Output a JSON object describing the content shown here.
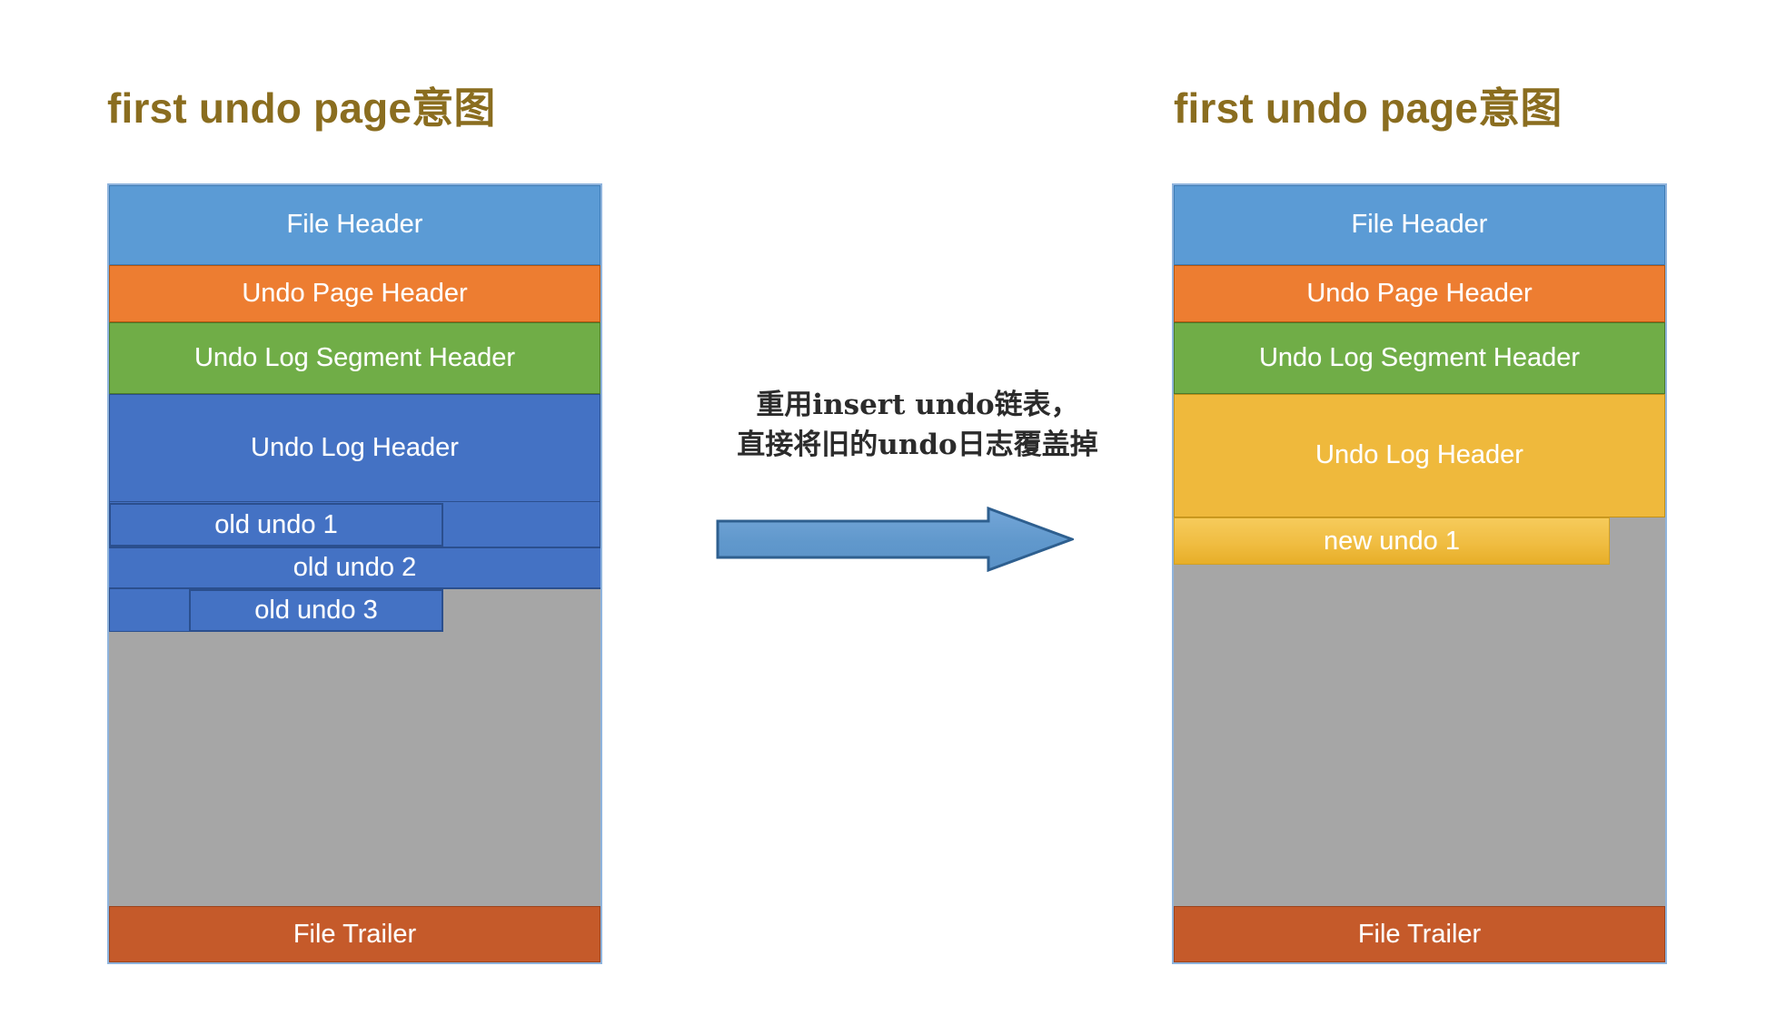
{
  "colors": {
    "title": "#8a6d1f",
    "file_header": "#5b9bd5",
    "undo_page_header": "#ed7d31",
    "undo_log_segment_header": "#70ad47",
    "undo_log_header_old": "#4472c4",
    "undo_log_header_new": "#efb93c",
    "new_undo_bar": "#f0bd42",
    "free_space": "#a6a6a6",
    "file_trailer": "#c55a2a",
    "arrow": "#5b9bd5",
    "arrow_border": "#2e5f8f"
  },
  "left_diagram": {
    "title": "first undo page意图",
    "bands": {
      "file_header": "File Header",
      "undo_page_header": "Undo Page Header",
      "undo_log_segment_header": "Undo Log Segment Header",
      "undo_log_header": "Undo Log Header",
      "file_trailer": "File Trailer"
    },
    "undo_records": [
      {
        "label": "old undo 1"
      },
      {
        "label": "old undo 2"
      },
      {
        "label": "old undo 3"
      }
    ]
  },
  "right_diagram": {
    "title": "first undo page意图",
    "bands": {
      "file_header": "File Header",
      "undo_page_header": "Undo Page Header",
      "undo_log_segment_header": "Undo Log Segment Header",
      "undo_log_header": "Undo Log Header",
      "file_trailer": "File Trailer"
    },
    "undo_records": [
      {
        "label": "new undo 1"
      }
    ]
  },
  "annotation": {
    "line1": "重用insert undo链表，",
    "line2": "直接将旧的undo日志覆盖掉",
    "text": "重用insert undo链表，\n直接将旧的undo日志覆盖掉"
  },
  "arrow": {
    "direction": "right",
    "icon": "right-block-arrow-icon"
  }
}
